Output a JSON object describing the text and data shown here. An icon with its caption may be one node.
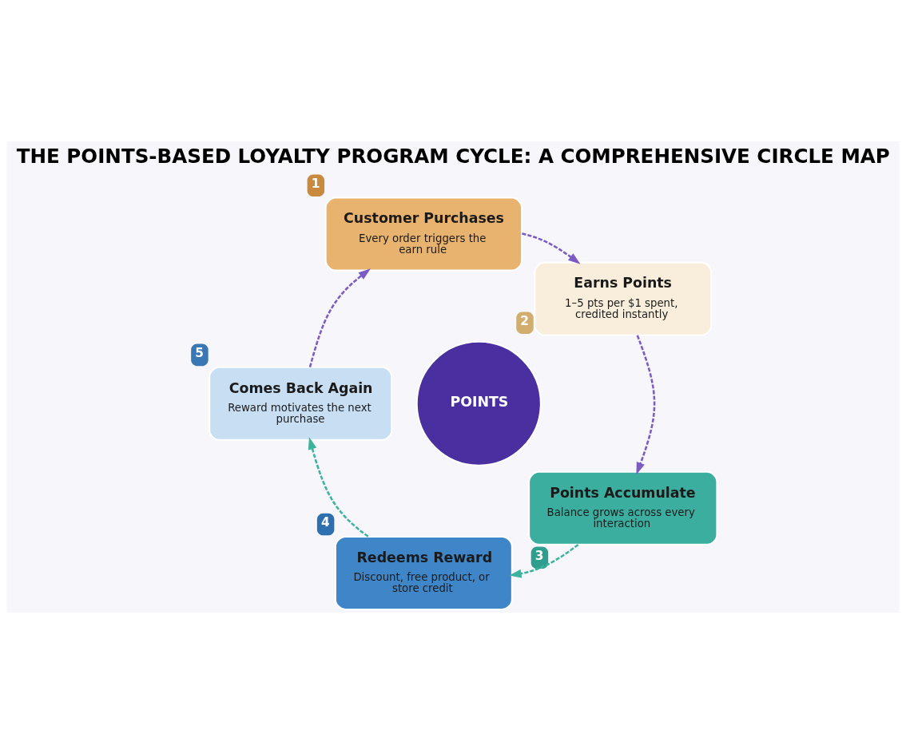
{
  "diagram": {
    "title": "THE POINTS-BASED LOYALTY PROGRAM CYCLE: A COMPREHENSIVE CIRCLE MAP",
    "nodes": [
      {
        "text": [
          "Customer Purchases",
          "Every order triggers the earn rule"
        ],
        "beside": [
          "1"
        ]
      },
      {
        "text": [
          "Earns Points",
          "1–5 pts per $1 spent, credited instantly"
        ],
        "beside": [
          "2"
        ]
      },
      {
        "text": [
          "Points Accumulate",
          "Balance grows across every interaction"
        ],
        "beside": [
          "3"
        ]
      },
      {
        "text": [
          "Redeems Reward",
          "Discount, free product, or store credit"
        ],
        "beside": [
          "4"
        ]
      },
      {
        "text": [
          "Comes Back Again",
          "Reward motivates the next purchase"
        ],
        "beside": [
          "5"
        ]
      },
      {
        "text": [
          "POINTS"
        ]
      }
    ],
    "edges": [
      {
        "from": 0,
        "to": 1,
        "arrow": "to",
        "style": "dashed"
      },
      {
        "from": 1,
        "to": 2,
        "arrow": "to",
        "style": "dashed"
      },
      {
        "from": 2,
        "to": 3,
        "arrow": "to",
        "style": "dashed",
        "color": "#3db39e"
      },
      {
        "from": 3,
        "to": 4,
        "arrow": "to",
        "style": "dashed",
        "color": "#3db39e"
      },
      {
        "from": 4,
        "to": 0,
        "arrow": "to",
        "style": "dashed"
      }
    ]
  }
}
